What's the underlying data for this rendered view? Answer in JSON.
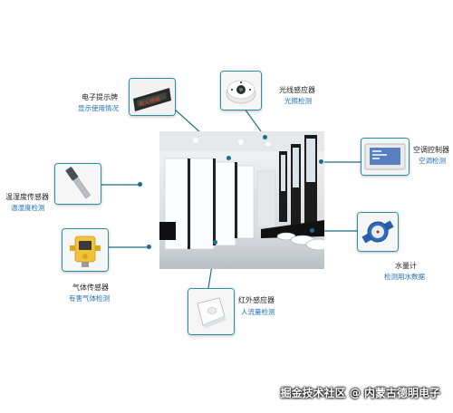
{
  "diagram": {
    "central_image": "washroom-interior",
    "accent_color": "#1d6e86",
    "devices": [
      {
        "title": "电子提示牌",
        "subtitle": "显示使用情况",
        "icon": "electronic-sign-icon"
      },
      {
        "title": "光线感应器",
        "subtitle": "光照检测",
        "icon": "light-sensor-icon"
      },
      {
        "title": "空调控制器",
        "subtitle": "空调检测",
        "icon": "ac-controller-icon"
      },
      {
        "title": "温湿度传感器",
        "subtitle": "温湿度检测",
        "icon": "temperature-humidity-sensor-icon"
      },
      {
        "title": "水量计",
        "subtitle": "检测用水数据",
        "icon": "water-meter-icon"
      },
      {
        "title": "气体传感器",
        "subtitle": "有害气体检测",
        "icon": "gas-sensor-icon"
      },
      {
        "title": "红外感应器",
        "subtitle": "人流量检测",
        "icon": "infrared-sensor-icon"
      }
    ],
    "sign_text": "有人使用"
  },
  "watermark": "掘金技术社区 @ 内蒙古德明电子"
}
